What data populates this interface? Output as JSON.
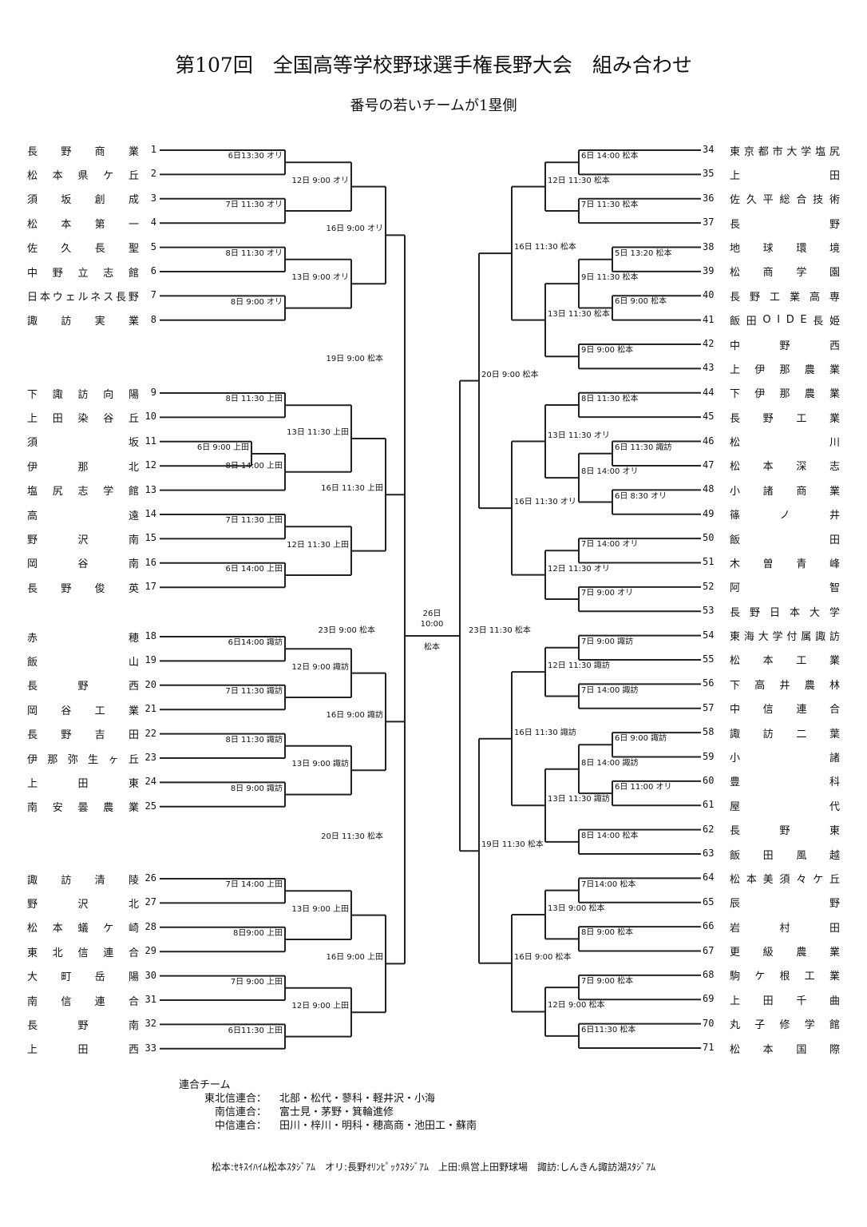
{
  "header": {
    "title": "第107回　全国高等学校野球選手権長野大会　組み合わせ",
    "subtitle": "番号の若いチームが1塁側"
  },
  "left_teams": [
    {
      "num": 1,
      "name": "長野商業"
    },
    {
      "num": 2,
      "name": "松本県ケ丘"
    },
    {
      "num": 3,
      "name": "須坂創成"
    },
    {
      "num": 4,
      "name": "松本第一"
    },
    {
      "num": 5,
      "name": "佐久長聖"
    },
    {
      "num": 6,
      "name": "中野立志館"
    },
    {
      "num": 7,
      "name": "日本ウェルネス長野"
    },
    {
      "num": 8,
      "name": "諏訪実業"
    },
    {
      "num": 9,
      "name": "下諏訪向陽"
    },
    {
      "num": 10,
      "name": "上田染谷丘"
    },
    {
      "num": 11,
      "name": "須坂"
    },
    {
      "num": 12,
      "name": "伊那北"
    },
    {
      "num": 13,
      "name": "塩尻志学館"
    },
    {
      "num": 14,
      "name": "高遠"
    },
    {
      "num": 15,
      "name": "野沢南"
    },
    {
      "num": 16,
      "name": "岡谷南"
    },
    {
      "num": 17,
      "name": "長野俊英"
    },
    {
      "num": 18,
      "name": "赤穂"
    },
    {
      "num": 19,
      "name": "飯山"
    },
    {
      "num": 20,
      "name": "長野西"
    },
    {
      "num": 21,
      "name": "岡谷工業"
    },
    {
      "num": 22,
      "name": "長野吉田"
    },
    {
      "num": 23,
      "name": "伊那弥生ヶ丘"
    },
    {
      "num": 24,
      "name": "上田東"
    },
    {
      "num": 25,
      "name": "南安曇農業"
    },
    {
      "num": 26,
      "name": "諏訪清陵"
    },
    {
      "num": 27,
      "name": "野沢北"
    },
    {
      "num": 28,
      "name": "松本蟻ケ崎"
    },
    {
      "num": 29,
      "name": "東北信連合"
    },
    {
      "num": 30,
      "name": "大町岳陽"
    },
    {
      "num": 31,
      "name": "南信連合"
    },
    {
      "num": 32,
      "name": "長野南"
    },
    {
      "num": 33,
      "name": "上田西"
    }
  ],
  "right_teams": [
    {
      "num": 34,
      "name": "東京都市大学塩尻"
    },
    {
      "num": 35,
      "name": "上田"
    },
    {
      "num": 36,
      "name": "佐久平総合技術"
    },
    {
      "num": 37,
      "name": "長野"
    },
    {
      "num": 38,
      "name": "地球環境"
    },
    {
      "num": 39,
      "name": "松商学園"
    },
    {
      "num": 40,
      "name": "長野工業高専"
    },
    {
      "num": 41,
      "name": "飯田OIDE長姫"
    },
    {
      "num": 42,
      "name": "中野西"
    },
    {
      "num": 43,
      "name": "上伊那農業"
    },
    {
      "num": 44,
      "name": "下伊那農業"
    },
    {
      "num": 45,
      "name": "長野工業"
    },
    {
      "num": 46,
      "name": "松川"
    },
    {
      "num": 47,
      "name": "松本深志"
    },
    {
      "num": 48,
      "name": "小諸商業"
    },
    {
      "num": 49,
      "name": "篠ノ井"
    },
    {
      "num": 50,
      "name": "飯田"
    },
    {
      "num": 51,
      "name": "木曽青峰"
    },
    {
      "num": 52,
      "name": "阿智"
    },
    {
      "num": 53,
      "name": "長野日本大学"
    },
    {
      "num": 54,
      "name": "東海大学付属諏訪"
    },
    {
      "num": 55,
      "name": "松本工業"
    },
    {
      "num": 56,
      "name": "下高井農林"
    },
    {
      "num": 57,
      "name": "中信連合"
    },
    {
      "num": 58,
      "name": "諏訪二葉"
    },
    {
      "num": 59,
      "name": "小諸"
    },
    {
      "num": 60,
      "name": "豊科"
    },
    {
      "num": 61,
      "name": "屋代"
    },
    {
      "num": 62,
      "name": "長野東"
    },
    {
      "num": 63,
      "name": "飯田風越"
    },
    {
      "num": 64,
      "name": "松本美須々ケ丘"
    },
    {
      "num": 65,
      "name": "辰野"
    },
    {
      "num": 66,
      "name": "岩村田"
    },
    {
      "num": 67,
      "name": "更級農業"
    },
    {
      "num": 68,
      "name": "駒ケ根工業"
    },
    {
      "num": 69,
      "name": "上田千曲"
    },
    {
      "num": 70,
      "name": "丸子修学館"
    },
    {
      "num": 71,
      "name": "松本国際"
    }
  ],
  "left_matches": [
    {
      "label": "6日13:30 オリ"
    },
    {
      "label": "7日 11:30 オリ"
    },
    {
      "label": "8日 11:30 オリ"
    },
    {
      "label": "8日 9:00 オリ"
    },
    {
      "label": "12日 9:00 オリ"
    },
    {
      "label": "13日 9:00 オリ"
    },
    {
      "label": "16日 9:00 オリ"
    },
    {
      "label": "8日 11:30 上田"
    },
    {
      "label": "6日 9:00 上田"
    },
    {
      "label": "8日 14:00 上田"
    },
    {
      "label": "7日 11:30 上田"
    },
    {
      "label": "6日 14:00 上田"
    },
    {
      "label": "13日 11:30 上田"
    },
    {
      "label": "12日 11:30 上田"
    },
    {
      "label": "16日 11:30 上田"
    },
    {
      "label": "19日 9:00 松本"
    },
    {
      "label": "6日14:00 諏訪"
    },
    {
      "label": "7日 11:30 諏訪"
    },
    {
      "label": "8日 11:30 諏訪"
    },
    {
      "label": "8日 9:00 諏訪"
    },
    {
      "label": "12日 9:00 諏訪"
    },
    {
      "label": "13日 9:00 諏訪"
    },
    {
      "label": "16日 9:00 諏訪"
    },
    {
      "label": "7日 14:00 上田"
    },
    {
      "label": "8日9:00 上田"
    },
    {
      "label": "7日 9:00 上田"
    },
    {
      "label": "6日11:30 上田"
    },
    {
      "label": "13日 9:00 上田"
    },
    {
      "label": "12日 9:00 上田"
    },
    {
      "label": "16日 9:00 上田"
    },
    {
      "label": "20日 11:30 松本"
    },
    {
      "label": "23日 9:00 松本"
    }
  ],
  "right_matches": [
    {
      "label": "6日 14:00 松本"
    },
    {
      "label": "7日 11:30 松本"
    },
    {
      "label": "12日 11:30 松本"
    },
    {
      "label": "5日 13:20 松本"
    },
    {
      "label": "6日 9:00 松本"
    },
    {
      "label": "9日 11:30 松本"
    },
    {
      "label": "9日 9:00 松本"
    },
    {
      "label": "13日 11:30 松本"
    },
    {
      "label": "16日 11:30 松本"
    },
    {
      "label": "8日 11:30 松本"
    },
    {
      "label": "6日 11:30 諏訪"
    },
    {
      "label": "6日 8:30 オリ"
    },
    {
      "label": "8日 14:00 オリ"
    },
    {
      "label": "13日 11:30 オリ"
    },
    {
      "label": "7日 14:00 オリ"
    },
    {
      "label": "7日 9:00 オリ"
    },
    {
      "label": "12日 11:30 オリ"
    },
    {
      "label": "16日 11:30 オリ"
    },
    {
      "label": "20日 9:00 松本"
    },
    {
      "label": "7日 9:00 諏訪"
    },
    {
      "label": "7日 14:00 諏訪"
    },
    {
      "label": "12日 11:30 諏訪"
    },
    {
      "label": "6日 9:00 諏訪"
    },
    {
      "label": "6日 11:00 オリ"
    },
    {
      "label": "8日 14:00 諏訪"
    },
    {
      "label": "8日 14:00 松本"
    },
    {
      "label": "13日 11:30 諏訪"
    },
    {
      "label": "16日 11:30 諏訪"
    },
    {
      "label": "7日14:00 松本"
    },
    {
      "label": "8日 9:00 松本"
    },
    {
      "label": "13日 9:00 松本"
    },
    {
      "label": "7日 9:00 松本"
    },
    {
      "label": "6日11:30 松本"
    },
    {
      "label": "12日 9:00 松本"
    },
    {
      "label": "16日 9:00 松本"
    },
    {
      "label": "19日 11:30 松本"
    },
    {
      "label": "23日 11:30 松本"
    }
  ],
  "final": {
    "date": "26日",
    "time": "10:00",
    "venue": "松本"
  },
  "joint_teams": {
    "heading": "連合チーム",
    "rows": [
      {
        "name": "東北信連合：",
        "members": "北部・松代・蓼科・軽井沢・小海"
      },
      {
        "name": "南信連合：",
        "members": "富士見・茅野・箕輪進修"
      },
      {
        "name": "中信連合：",
        "members": "田川・梓川・明科・穂高商・池田工・蘇南"
      }
    ]
  },
  "venues_legend": "松本:ｾｷｽｲﾊｲﾑ松本ｽﾀｼﾞｱﾑ　オリ:長野ｵﾘﾝﾋﾟｯｸｽﾀｼﾞｱﾑ　上田:県営上田野球場　諏訪:しんきん諏訪湖ｽﾀｼﾞｱﾑ"
}
